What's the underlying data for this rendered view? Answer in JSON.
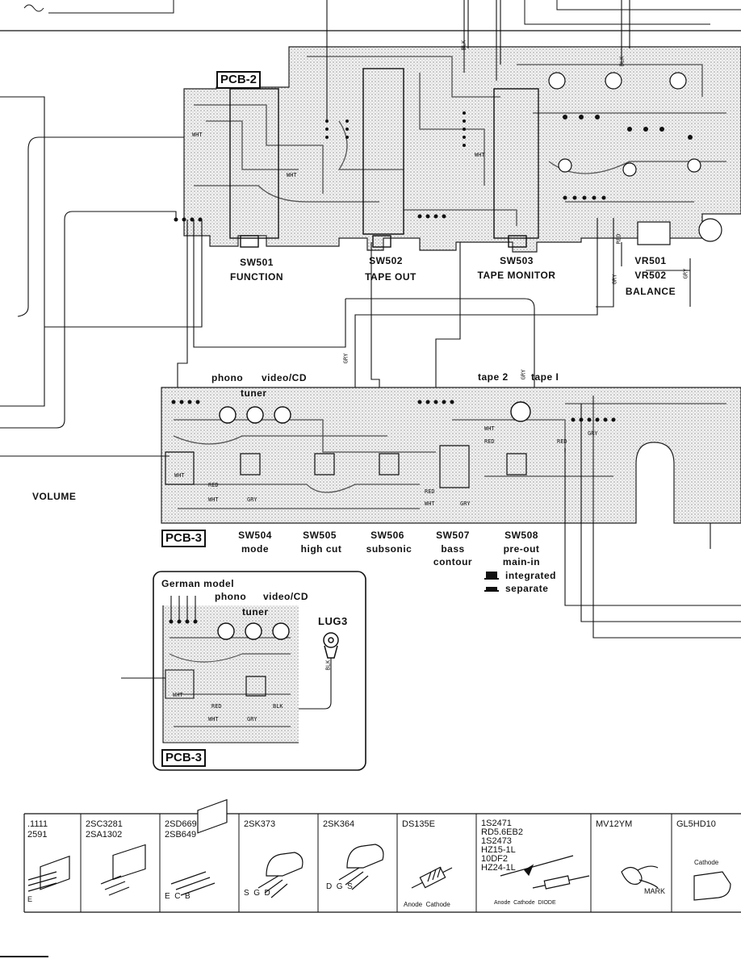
{
  "pcb2": {
    "tag": "PCB-2",
    "sw501": {
      "id": "SW501",
      "name": "FUNCTION"
    },
    "sw502": {
      "id": "SW502",
      "name": "TAPE OUT"
    },
    "sw503": {
      "id": "SW503",
      "name": "TAPE MONITOR"
    },
    "vr501": "VR501",
    "vr502": "VR502",
    "balance": "BALANCE"
  },
  "left": {
    "volume": "VOLUME"
  },
  "pcb3": {
    "tag": "PCB-3",
    "inputs": {
      "phono": "phono",
      "video_cd": "video/CD",
      "tuner": "tuner",
      "tape2": "tape 2",
      "tape1": "tape I"
    },
    "switches": [
      {
        "id": "SW504",
        "name": "mode"
      },
      {
        "id": "SW505",
        "name": "high cut"
      },
      {
        "id": "SW506",
        "name": "subsonic"
      },
      {
        "id": "SW507",
        "name": "bass",
        "name2": "contour"
      },
      {
        "id": "SW508",
        "name": "pre-out",
        "name2": "main-in"
      }
    ],
    "legend": {
      "integrated": "integrated",
      "separate": "separate"
    }
  },
  "german": {
    "title": "German model",
    "phono": "phono",
    "video_cd": "video/CD",
    "tuner": "tuner",
    "lug": "LUG3",
    "tag": "PCB-3"
  },
  "wires": {
    "wht": "WHT",
    "red": "RED",
    "gry": "GRY",
    "blk": "BLK"
  },
  "parts": [
    {
      "lines": [
        ".1111",
        "2591"
      ],
      "pins": "E"
    },
    {
      "lines": [
        "2SC3281",
        "2SA1302"
      ],
      "pins": ""
    },
    {
      "lines": [
        "2SD669",
        "2SB649"
      ],
      "pins": "E  C  B"
    },
    {
      "lines": [
        "2SK373",
        ""
      ],
      "pins": "S  G  D"
    },
    {
      "lines": [
        "2SK364",
        ""
      ],
      "pins": "D  G  S"
    },
    {
      "lines": [
        "DS135E",
        ""
      ],
      "pins": "Anode  Cathode"
    },
    {
      "lines": [
        "1S2471",
        "RD5.6EB2",
        "1S2473",
        "HZ15-1L",
        "10DF2",
        "HZ24-1L"
      ],
      "pins": "Anode  Cathode  DIODE"
    },
    {
      "lines": [
        "MV12YM",
        ""
      ],
      "pins": "MARK"
    },
    {
      "lines": [
        "GL5HD10",
        ""
      ],
      "pins": "Cathode"
    }
  ]
}
